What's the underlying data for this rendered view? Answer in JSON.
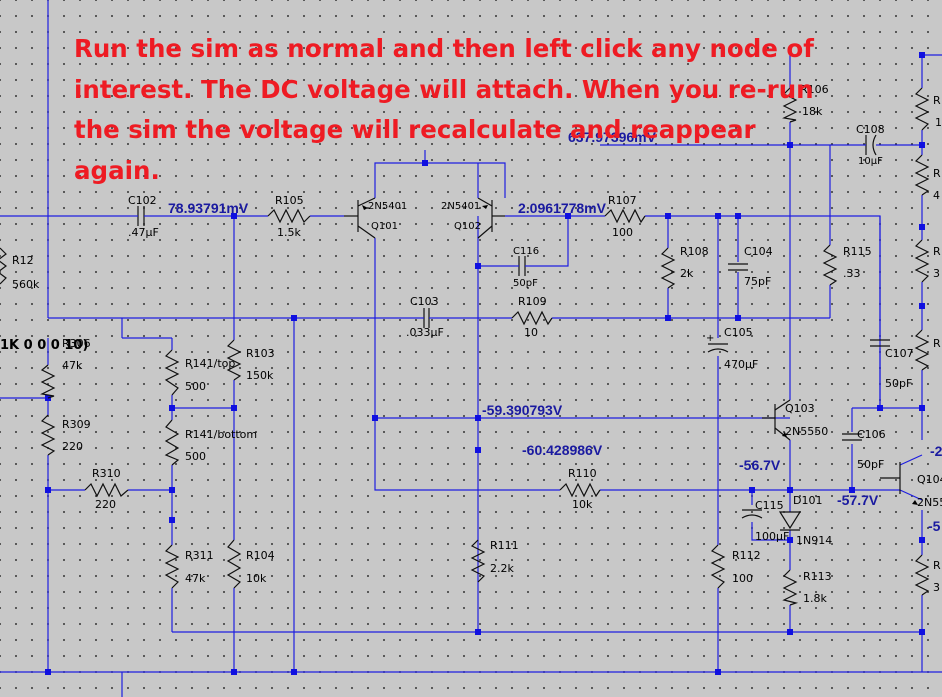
{
  "note": "Run the sim as normal and then left click any node of interest. The DC voltage will attach. When you re-run the sim the voltage will recalculate and reappear again.",
  "voltages": {
    "v1": "78.93791mV",
    "v2": "2.0961778mV",
    "v3": "637.97396mV",
    "v4": "-59.390793V",
    "v5": "-60.428986V",
    "v6": "-56.7V",
    "v7": "-57.7V",
    "v8": "-5",
    "v9": "-2"
  },
  "partial_label": "1K 0 0 0 10)",
  "components": {
    "C102": {
      "name": "C102",
      "value": ".47µF"
    },
    "R105": {
      "name": "R105",
      "value": "1.5k"
    },
    "Q101": {
      "name": "Q101",
      "model": "2N5401"
    },
    "Q102": {
      "name": "Q102",
      "model": "2N5401"
    },
    "R107": {
      "name": "R107",
      "value": "100"
    },
    "C116": {
      "name": "C116",
      "value": "50pF"
    },
    "R12": {
      "name": "R12",
      "value": "560k"
    },
    "R106": {
      "name": "R106",
      "value": "18k"
    },
    "C108": {
      "name": "C108",
      "value": "10µF"
    },
    "R108": {
      "name": "R108",
      "value": "2k"
    },
    "C104": {
      "name": "C104",
      "value": "75pF"
    },
    "R115": {
      "name": "R115",
      "value": ".33"
    },
    "C103": {
      "name": "C103",
      "value": ".033µF"
    },
    "R109": {
      "name": "R109",
      "value": "10"
    },
    "C105": {
      "name": "C105",
      "value": "470µF"
    },
    "R306": {
      "name": "R306",
      "value": "47k"
    },
    "R141top": {
      "name": "R141/top",
      "value": "500"
    },
    "R103": {
      "name": "R103",
      "value": "150k"
    },
    "R141bottom": {
      "name": "R141/bottom",
      "value": "500"
    },
    "C107": {
      "name": "C107",
      "value": "50pF"
    },
    "R309": {
      "name": "R309",
      "value": "220"
    },
    "Q103": {
      "name": "Q103",
      "model": "2N5550"
    },
    "C106": {
      "name": "C106",
      "value": "50pF"
    },
    "R310": {
      "name": "R310",
      "value": "220"
    },
    "R110": {
      "name": "R110",
      "value": "10k"
    },
    "Q104": {
      "name": "Q104",
      "model": "2N55"
    },
    "D101": {
      "name": "D101",
      "model": "1N914"
    },
    "C115": {
      "name": "C115",
      "value": "100µF"
    },
    "R111": {
      "name": "R111",
      "value": "2.2k"
    },
    "R311": {
      "name": "R311",
      "value": "47k"
    },
    "R104": {
      "name": "R104",
      "value": "10k"
    },
    "R112": {
      "name": "R112",
      "value": "100"
    },
    "R113": {
      "name": "R113",
      "value": "1.8k"
    }
  },
  "right_edge_labels": {
    "a": "R",
    "a_val": "1.",
    "b": "R",
    "b_val": "4",
    "c": "R",
    "c_val": "3",
    "d": "R",
    "e": "R",
    "e_val": "3"
  }
}
